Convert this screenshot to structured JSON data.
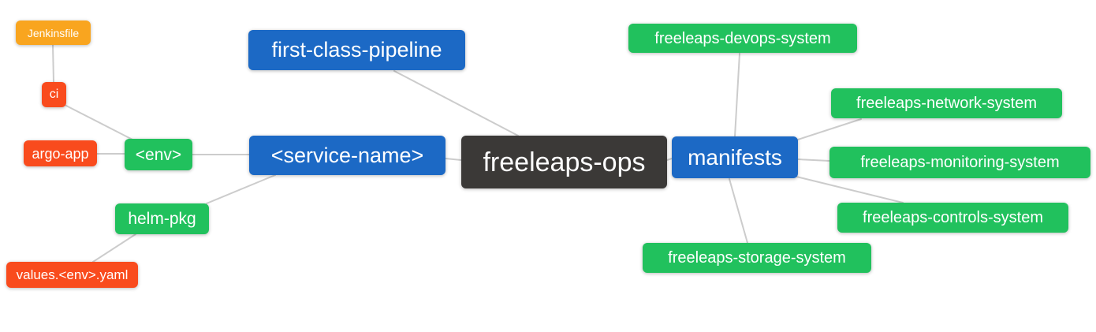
{
  "palette": {
    "background": "#FFFFFF",
    "text": "#FFFFFF",
    "edge": "#CCCCCC",
    "blue": "#1C69C5",
    "green": "#21C15D",
    "red": "#F94B1D",
    "orange": "#F9A51F",
    "dark": "#3B3937"
  },
  "root": "freeleaps-ops",
  "nodes": [
    {
      "id": "jenkinsfile",
      "label": "Jenkinsfile",
      "color": "orange",
      "depth": 4
    },
    {
      "id": "ci",
      "label": "ci",
      "color": "red",
      "depth": 3
    },
    {
      "id": "argo-app",
      "label": "argo-app",
      "color": "red",
      "depth": 3
    },
    {
      "id": "env",
      "label": "<env>",
      "color": "green",
      "depth": 2
    },
    {
      "id": "helm-pkg",
      "label": "helm-pkg",
      "color": "green",
      "depth": 2
    },
    {
      "id": "values-env-yaml",
      "label": "values.<env>.yaml",
      "color": "red",
      "depth": 3
    },
    {
      "id": "first-class-pipeline",
      "label": "first-class-pipeline",
      "color": "blue",
      "depth": 1
    },
    {
      "id": "service-name",
      "label": "<service-name>",
      "color": "blue",
      "depth": 1
    },
    {
      "id": "freeleaps-ops",
      "label": "freeleaps-ops",
      "color": "dark",
      "depth": 0
    },
    {
      "id": "manifests",
      "label": "manifests",
      "color": "blue",
      "depth": 1
    },
    {
      "id": "freeleaps-devops-system",
      "label": "freeleaps-devops-system",
      "color": "green",
      "depth": 2
    },
    {
      "id": "freeleaps-network-system",
      "label": "freeleaps-network-system",
      "color": "green",
      "depth": 2
    },
    {
      "id": "freeleaps-monitoring-system",
      "label": "freeleaps-monitoring-system",
      "color": "green",
      "depth": 2
    },
    {
      "id": "freeleaps-controls-system",
      "label": "freeleaps-controls-system",
      "color": "green",
      "depth": 2
    },
    {
      "id": "freeleaps-storage-system",
      "label": "freeleaps-storage-system",
      "color": "green",
      "depth": 2
    }
  ],
  "edges": [
    {
      "from": "ci",
      "to": "jenkinsfile"
    },
    {
      "from": "env",
      "to": "ci"
    },
    {
      "from": "env",
      "to": "argo-app"
    },
    {
      "from": "service-name",
      "to": "env"
    },
    {
      "from": "service-name",
      "to": "helm-pkg"
    },
    {
      "from": "helm-pkg",
      "to": "values-env-yaml"
    },
    {
      "from": "freeleaps-ops",
      "to": "first-class-pipeline"
    },
    {
      "from": "freeleaps-ops",
      "to": "service-name"
    },
    {
      "from": "freeleaps-ops",
      "to": "manifests"
    },
    {
      "from": "manifests",
      "to": "freeleaps-devops-system"
    },
    {
      "from": "manifests",
      "to": "freeleaps-network-system"
    },
    {
      "from": "manifests",
      "to": "freeleaps-monitoring-system"
    },
    {
      "from": "manifests",
      "to": "freeleaps-controls-system"
    },
    {
      "from": "manifests",
      "to": "freeleaps-storage-system"
    }
  ]
}
